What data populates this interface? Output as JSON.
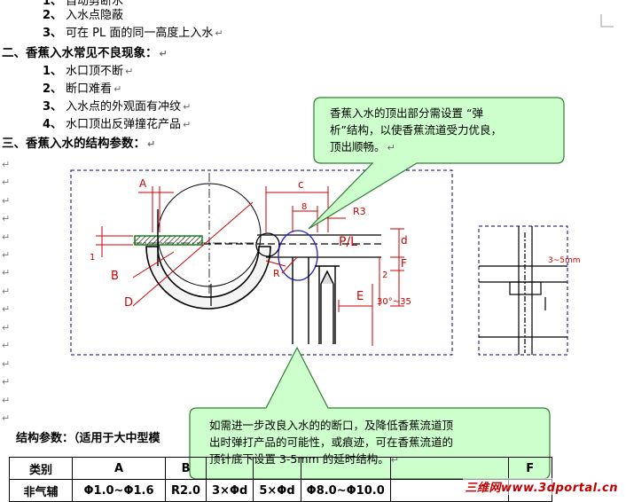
{
  "outline": {
    "list1": [
      {
        "n": "2、",
        "text": "入水点隐蔽"
      },
      {
        "n": "3、",
        "text": "可在 PL 面的同一高度上入水"
      }
    ],
    "section2": {
      "label": "二、",
      "title": "香蕉入水常见不良现象："
    },
    "list2": [
      {
        "n": "1、",
        "text": "水口顶不断"
      },
      {
        "n": "2、",
        "text": "断口难看"
      },
      {
        "n": "3、",
        "text": "入水点的外观面有冲纹"
      },
      {
        "n": "4、",
        "text": "水口顶出反弹撞花产品"
      }
    ],
    "section3": {
      "label": "三、",
      "title": "香蕉入水的结构参数："
    }
  },
  "callout_top": {
    "line1": "香蕉入水的顶出部分需设置 “弹",
    "line2": "析”结构，以使香蕉流道受力优良，",
    "line3": "顶出顺畅。"
  },
  "callout_bottom": {
    "line1": "如需进一步改良入水的的断口，及降低香蕉流道顶",
    "line2": "出时弹打产品的可能性，或痕迹，可在香蕉流道的",
    "line3": "顶针底下设置 3-5mm 的延时结构。"
  },
  "figure_labels": {
    "A": "A",
    "B": "B",
    "C": "c",
    "D": "D",
    "E": "E",
    "F": "F",
    "d": "d",
    "R": "R",
    "R3": "R3",
    "PL": "P/L",
    "dim8": "8",
    "dim2": "2",
    "angle": "30°~35",
    "dim1": "1",
    "side": "3~5mm"
  },
  "params_heading": "结构参数：（适用于大中型模",
  "params_table": {
    "header": [
      "类别",
      "A",
      "B",
      "",
      "",
      "",
      "",
      "F"
    ],
    "row1": [
      "非气辅",
      "Φ1.0~Φ1.6",
      "R2.0",
      "3×Φd",
      "5×Φd",
      "Φ8.0~Φ10.0",
      "",
      ""
    ]
  },
  "watermark": "三维网www.3dportal.cn",
  "para_mark": "↵"
}
